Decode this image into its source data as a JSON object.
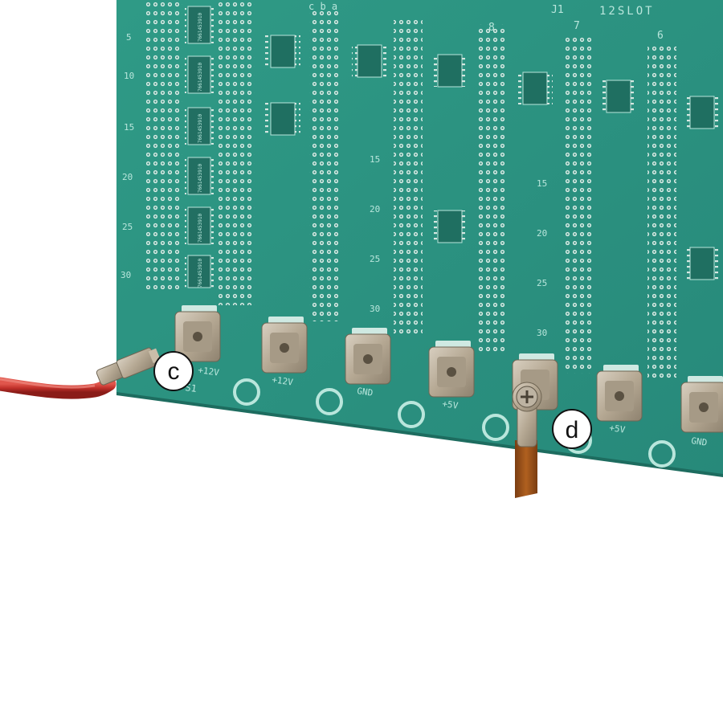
{
  "callouts": {
    "c": "c",
    "d": "d"
  },
  "board": {
    "header": {
      "slot_8": "8",
      "slot_7": "7",
      "slot_6": "6",
      "j1": "J1",
      "title": "12SLOT"
    },
    "row_numbers_left": [
      "5",
      "10",
      "15",
      "20",
      "25",
      "30"
    ],
    "row_numbers_mid": [
      "15",
      "20",
      "25",
      "30"
    ],
    "column_letters": "c b a",
    "terminal_labels": [
      "+12V",
      "+12V",
      "GND",
      "+5V",
      "+5V",
      "GND"
    ],
    "connector_label": "S1",
    "chip_marking": "7661453910"
  },
  "colors": {
    "pcb": "#2f9a86",
    "pcb_dark": "#248070",
    "silkscreen": "#b9e6dc",
    "terminal_metal": "#b9ad9a",
    "red_wire": "#c0302a",
    "brown_wire": "#a0521a"
  }
}
